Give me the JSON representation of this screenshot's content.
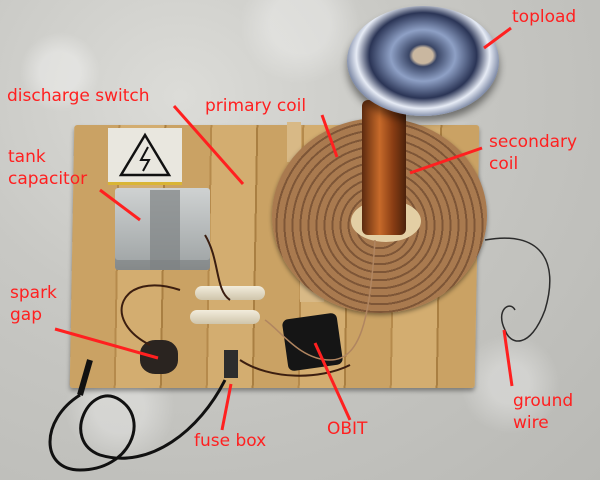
{
  "image": {
    "description": "Annotated photograph of a homemade Tesla coil mounted on a wooden board",
    "annotation_color": "#ff2020"
  },
  "labels": {
    "topload": "topload",
    "discharge_switch": "discharge switch",
    "primary_coil": "primary coil",
    "secondary_coil_line1": "secondary",
    "secondary_coil_line2": "coil",
    "tank_capacitor_line1": "tank",
    "tank_capacitor_line2": "capacitor",
    "spark_gap_line1": "spark",
    "spark_gap_line2": "gap",
    "ground_wire_line1": "ground",
    "ground_wire_line2": "wire",
    "fuse_box": "fuse box",
    "obit": "OBIT"
  },
  "icons": {
    "warning_sign": "high-voltage-warning-triangle"
  }
}
